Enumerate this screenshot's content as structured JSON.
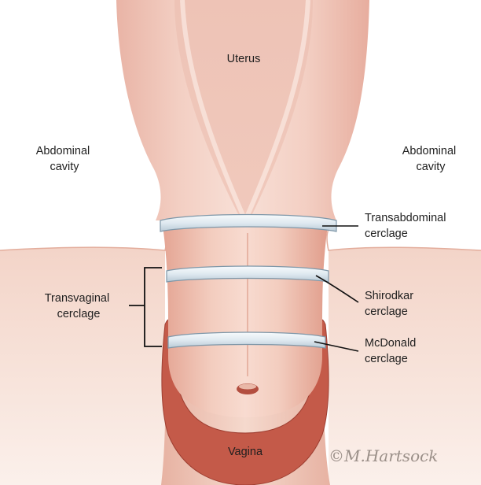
{
  "labels": {
    "uterus": "Uterus",
    "abdominal_left": [
      "Abdominal",
      "cavity"
    ],
    "abdominal_right": [
      "Abdominal",
      "cavity"
    ],
    "transabdominal": [
      "Transabdominal",
      "cerclage"
    ],
    "transvaginal": [
      "Transvaginal",
      "cerclage"
    ],
    "shirodkar": [
      "Shirodkar",
      "cerclage"
    ],
    "mcdonald": [
      "McDonald",
      "cerclage"
    ],
    "vagina": "Vagina"
  },
  "signature": "©M.Hartsock",
  "colors": {
    "tissue_light": "#f6ddd2",
    "tissue_mid": "#eebfae",
    "tissue_dark": "#d9907c",
    "vagina_red": "#c95d4c",
    "band_fill": "#e9f1f6",
    "band_edge": "#7f97a8",
    "leader": "#111111"
  }
}
